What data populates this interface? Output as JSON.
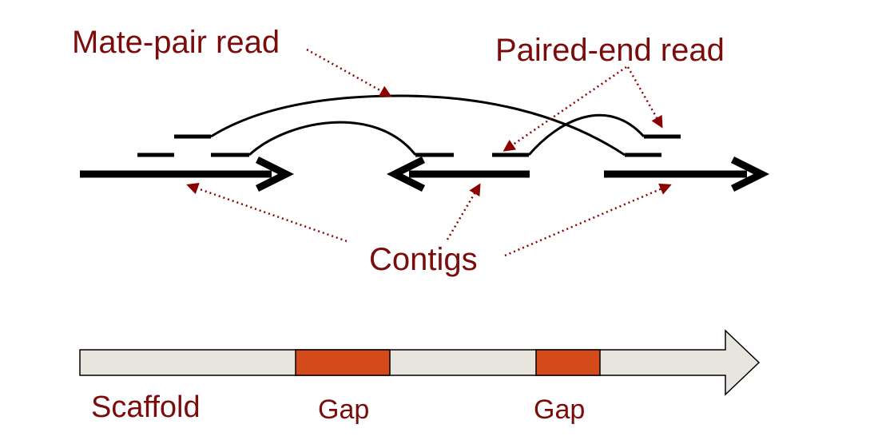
{
  "labels": {
    "mate_pair": "Mate-pair read",
    "paired_end": "Paired-end read",
    "contigs": "Contigs",
    "scaffold": "Scaffold",
    "gap_1": "Gap",
    "gap_2": "Gap"
  },
  "colors": {
    "label": "#7a0c0c",
    "arrow": "#000000",
    "scaffold_fill": "#e8e4de",
    "gap_fill": "#d44a1a",
    "dotted": "#8b0000"
  }
}
